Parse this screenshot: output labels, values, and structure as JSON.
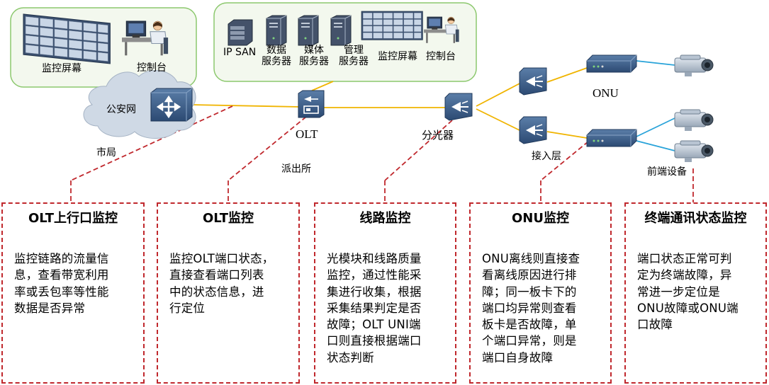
{
  "diagram": {
    "cloud_label": "公安网",
    "site_city_bureau": "市局",
    "site_police_station": "派出所",
    "olt_label": "OLT",
    "splitter_label": "分光器",
    "onu_label": "ONU",
    "access_layer_label": "接入层",
    "front_end_label": "前端设备",
    "city_center": {
      "monitor_wall": "监控屏幕",
      "console": "控制台"
    },
    "station_center": {
      "ipsan": "IP SAN",
      "data_server": [
        "数据",
        "服务器"
      ],
      "media_server": [
        "媒体",
        "服务器"
      ],
      "mgmt_server": [
        "管理",
        "服务器"
      ],
      "monitor_wall": "监控屏幕",
      "console": "控制台"
    }
  },
  "colors": {
    "fiber_line": "#f0b400",
    "camera_line": "#29a3d9",
    "dashed_border": "#c0282d",
    "group_border": "#8cc86e",
    "group_fill": "#f3f8ee",
    "cloud_fill": "#cfd9e5"
  },
  "cards": [
    {
      "title": "OLT上行口监控",
      "lines": [
        "监控链路的流量信",
        "息，查看带宽利用",
        "率或丢包率等性能",
        "数据是否异常"
      ]
    },
    {
      "title": "OLT监控",
      "lines": [
        "监控OLT端口状态，",
        "直接查看端口列表",
        "中的状态信息，进",
        "行定位"
      ]
    },
    {
      "title": "线路监控",
      "lines": [
        "光模块和线路质量",
        "监控，通过性能采",
        "集进行收集，根据",
        "采集结果判定是否",
        "故障；OLT UNI端",
        "口则直接根据端口",
        "状态判断"
      ]
    },
    {
      "title": "ONU监控",
      "lines": [
        "ONU离线则直接查",
        "看离线原因进行排",
        "障；同一板卡下的",
        "端口均异常则查看",
        "板卡是否故障，单",
        "个端口异常，则是",
        "端口自身故障"
      ]
    },
    {
      "title": "终端通讯状态监控",
      "lines": [
        "端口状态正常可判",
        "定为终端故障，异",
        "常进一步定位是",
        "ONU故障或ONU端",
        "口故障"
      ]
    }
  ]
}
